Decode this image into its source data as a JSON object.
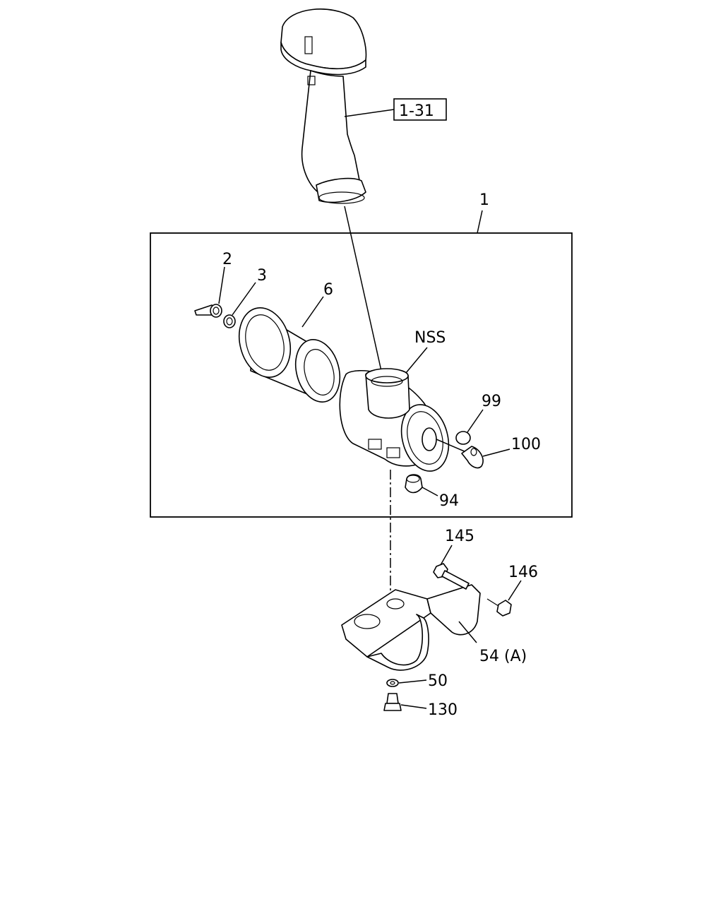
{
  "callouts": {
    "ref_1_31": "1-31",
    "part_1": "1",
    "part_2": "2",
    "part_3": "3",
    "part_6": "6",
    "nss": "NSS",
    "part_99": "99",
    "part_100": "100",
    "part_94": "94",
    "part_145": "145",
    "part_146": "146",
    "part_54a": "54 (A)",
    "part_50": "50",
    "part_130": "130"
  }
}
